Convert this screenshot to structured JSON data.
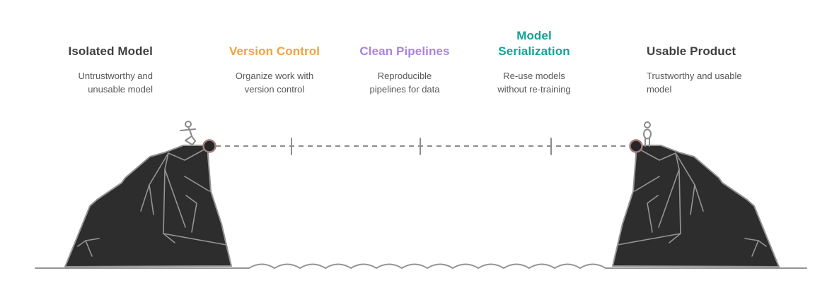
{
  "steps": [
    {
      "title": "Isolated Model",
      "subtitle": "Untrustworthy and unusable model",
      "color": "#3f3f3f"
    },
    {
      "title": "Version Control",
      "subtitle": "Organize work with version control",
      "color": "#f5a13c"
    },
    {
      "title": "Clean Pipelines",
      "subtitle": "Reproducible pipelines for data",
      "color": "#a981e6"
    },
    {
      "title": "Model Serialization",
      "subtitle": "Re-use models without re-training",
      "color": "#12a396"
    },
    {
      "title": "Usable Product",
      "subtitle": "Trustworthy and usable model",
      "color": "#3f3f3f"
    }
  ],
  "scene": {
    "left_figure": "crouching-climber",
    "right_figure": "standing-person",
    "colors": {
      "cliff_fill": "#2d2d2d",
      "outline_gray": "#949494",
      "dashed_line": "#8c8c8c",
      "node_fill": "#262626",
      "node_ring": "#a37c7c",
      "subtitle_text": "#575757"
    }
  }
}
